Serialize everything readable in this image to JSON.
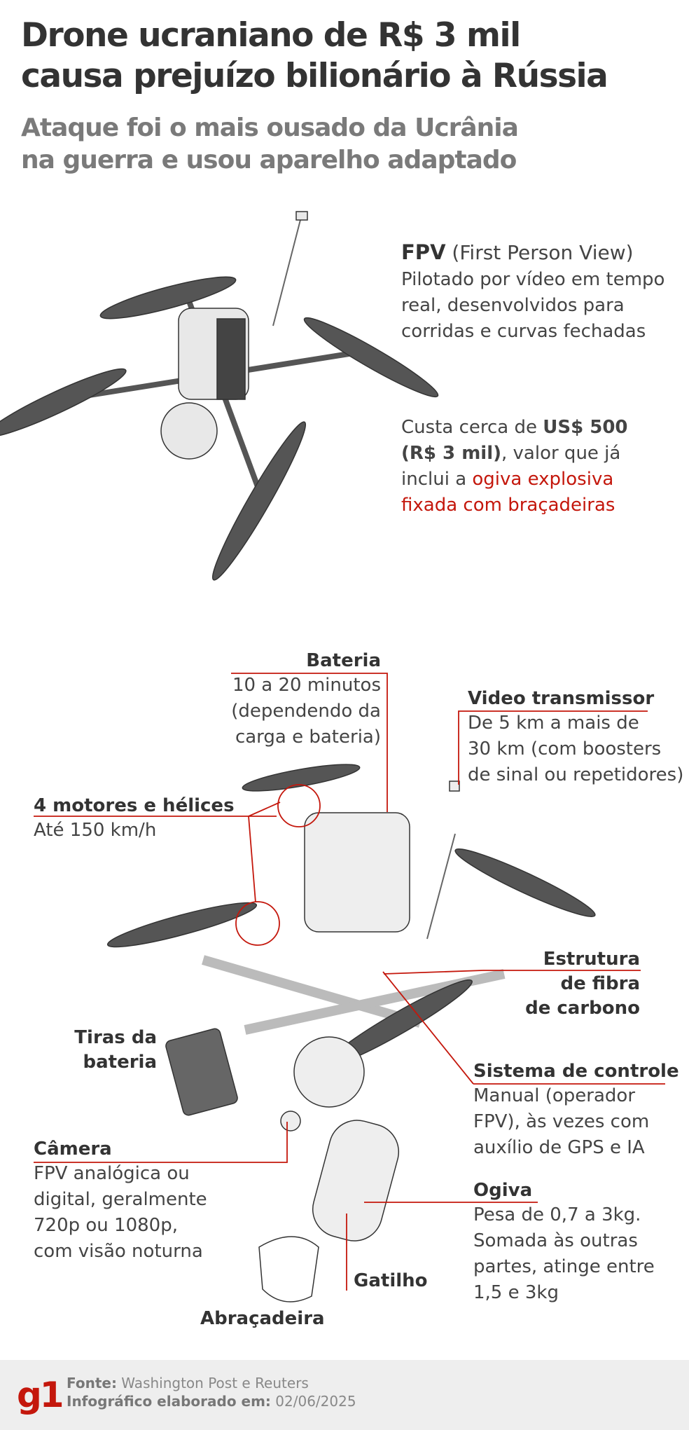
{
  "header": {
    "title_line1": "Drone ucraniano de R$ 3 mil",
    "title_line2": "causa prejuízo bilionário à Rússia",
    "subtitle_line1": "Ataque foi o mais ousado da Ucrânia",
    "subtitle_line2": "na guerra e usou aparelho adaptado"
  },
  "fpv": {
    "name": "FPV",
    "name_full": " (First Person View)",
    "desc": [
      "Pilotado por vídeo em tempo",
      "real, desenvolvidos para",
      "corridas e curvas fechadas"
    ],
    "cost_prefix": "Custa cerca de ",
    "cost_usd": "US$ 500",
    "cost_brl": "(R$ 3 mil)",
    "cost_suffix": ", valor que já",
    "cost_line3_prefix": "inclui a ",
    "cost_red1": "ogiva explosiva",
    "cost_red2": "fixada com braçadeiras"
  },
  "parts": {
    "bateria": {
      "label": "Bateria",
      "lines": [
        "10 a 20 minutos",
        "(dependendo da",
        "carga e bateria)"
      ]
    },
    "video": {
      "label": "Video transmissor",
      "lines": [
        "De 5 km a mais de",
        "30 km (com boosters",
        "de sinal ou repetidores)"
      ]
    },
    "motores": {
      "label": "4 motores e hélices",
      "lines": [
        "Até 150 km/h"
      ]
    },
    "estrutura": {
      "label_lines": [
        "Estrutura",
        "de fibra",
        "de carbono"
      ]
    },
    "tiras": {
      "label_lines": [
        "Tiras da",
        "bateria"
      ]
    },
    "controle": {
      "label": "Sistema de controle",
      "lines": [
        "Manual (operador",
        "FPV), às vezes com",
        "auxílio de GPS e IA"
      ]
    },
    "camera": {
      "label": "Câmera",
      "lines": [
        "FPV analógica ou",
        "digital, geralmente",
        "720p ou 1080p,",
        "com visão noturna"
      ]
    },
    "ogiva": {
      "label": "Ogiva",
      "lines": [
        "Pesa de 0,7 a 3kg.",
        "Somada às outras",
        "partes, atinge entre",
        "1,5 e 3kg"
      ]
    },
    "gatilho": {
      "label": "Gatilho"
    },
    "abracadeira": {
      "label": "Abraçadeira"
    }
  },
  "footer": {
    "logo": "g1",
    "source_label": "Fonte:",
    "source": " Washington Post e Reuters",
    "date_label": "Infográfico elaborado em:",
    "date": " 02/06/2025"
  },
  "colors": {
    "accent": "#c4170c",
    "title": "#333333",
    "subtitle": "#7a7a7a",
    "footer_bg": "#eeeeee"
  }
}
